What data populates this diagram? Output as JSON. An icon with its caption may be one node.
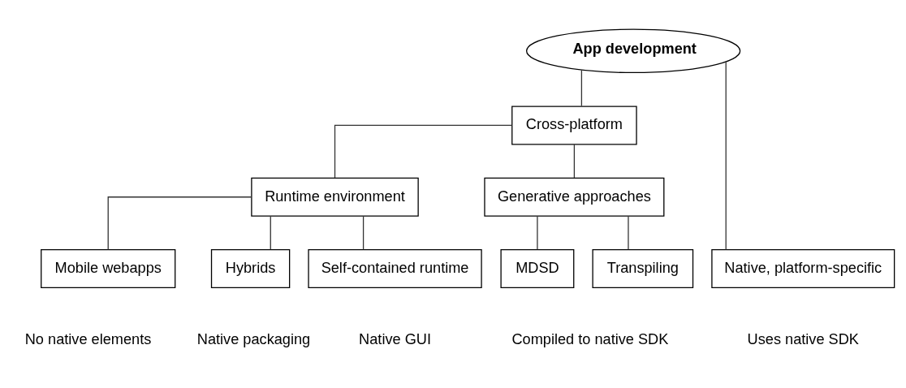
{
  "diagram": {
    "nodes": [
      {
        "text": [
          "App development"
        ]
      },
      {
        "text": [
          "Cross-platform"
        ]
      },
      {
        "text": [
          "Runtime environment"
        ]
      },
      {
        "text": [
          "Generative approaches"
        ]
      },
      {
        "text": [
          "Mobile webapps"
        ]
      },
      {
        "text": [
          "Hybrids"
        ]
      },
      {
        "text": [
          "Self-contained runtime"
        ]
      },
      {
        "text": [
          "MDSD"
        ]
      },
      {
        "text": [
          "Transpiling"
        ]
      },
      {
        "text": [
          "Native, platform-specific"
        ]
      }
    ],
    "edges": [
      {
        "from": 0,
        "to": 1,
        "arrow": "none"
      },
      {
        "from": 0,
        "to": 9,
        "arrow": "none"
      },
      {
        "from": 1,
        "to": 2,
        "arrow": "none"
      },
      {
        "from": 1,
        "to": 3,
        "arrow": "none"
      },
      {
        "from": 2,
        "to": 4,
        "arrow": "none"
      },
      {
        "from": 2,
        "to": 5,
        "arrow": "none"
      },
      {
        "from": 2,
        "to": 6,
        "arrow": "none"
      },
      {
        "from": 3,
        "to": 7,
        "arrow": "none"
      },
      {
        "from": 3,
        "to": 8,
        "arrow": "none"
      }
    ],
    "labels": [
      "No native elements",
      "Native packaging",
      "Native GUI",
      "Compiled to native SDK",
      "Uses native SDK"
    ]
  }
}
